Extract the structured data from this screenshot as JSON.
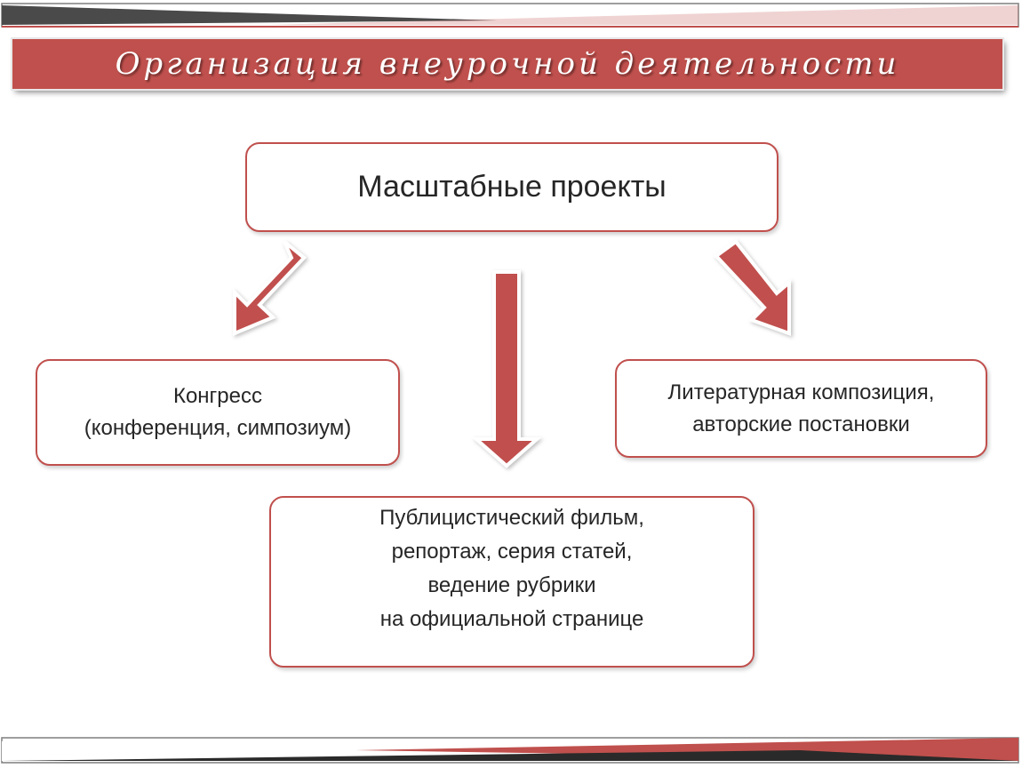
{
  "header": {
    "title": "Организация внеурочной деятельности"
  },
  "diagram": {
    "root": {
      "label": "Масштабные проекты"
    },
    "branches": {
      "left": {
        "lines": [
          "Конгресс",
          "(конференция, симпозиум)"
        ]
      },
      "right": {
        "lines": [
          "Литературная композиция,",
          "авторские постановки"
        ]
      },
      "bottom": {
        "lines": [
          "Публицистический фильм,",
          "репортаж, серия статей,",
          "ведение рубрики",
          "на официальной странице"
        ]
      }
    }
  },
  "colors": {
    "accent": "#c0504d",
    "text": "#262626",
    "background": "#ffffff"
  }
}
